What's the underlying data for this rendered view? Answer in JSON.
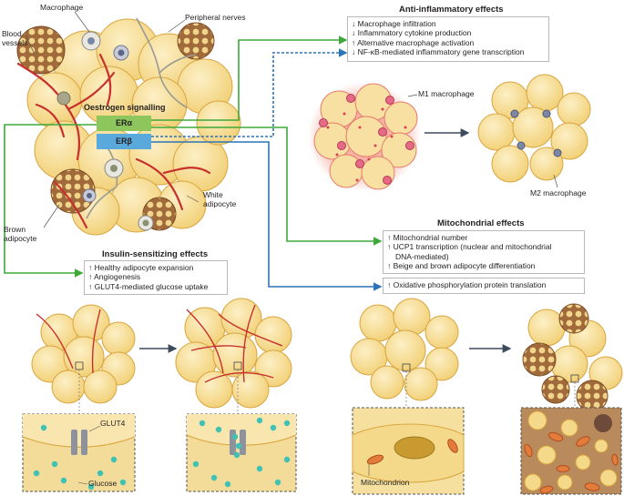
{
  "top_labels": {
    "macrophage": "Macrophage",
    "peripheral_nerves": "Peripheral nerves",
    "blood_vessels": "Blood vessels",
    "oestrogen_signalling": "Oestrogen signalling",
    "er_alpha": "ERα",
    "er_beta": "ERβ",
    "white_adipocyte": "White adipocyte",
    "brown_adipocyte": "Brown adipocyte"
  },
  "anti_inflammatory": {
    "title": "Anti-inflammatory effects",
    "items": [
      "↓ Macrophage infiltration",
      "↓ Inflammatory cytokine production",
      "↑ Alternative macrophage activation",
      "↓ NF-κB-mediated inflammatory gene transcription"
    ],
    "m1_label": "M1 macrophage",
    "m2_label": "M2 macrophage"
  },
  "mitochondrial": {
    "title": "Mitochondrial effects",
    "items": [
      "↑ Mitochondrial number",
      "↑ UCP1 transcription (nuclear and mitochondrial",
      "DNA-mediated)",
      "↑ Beige and brown adipocyte differentiation"
    ],
    "extra_item": "↑ Oxidative phosphorylation protein translation",
    "mitochondrion_label": "Mitochondrion"
  },
  "insulin": {
    "title": "Insulin-sensitizing effects",
    "items": [
      "↑ Healthy adipocyte expansion",
      "↑ Angiogenesis",
      "↑ GLUT4-mediated glucose uptake"
    ],
    "glut4_label": "GLUT4",
    "glucose_label": "Glucose"
  },
  "colors": {
    "er_alpha": "#8cc65d",
    "er_beta": "#5aa9dc",
    "green_line": "#3ea83a",
    "blue_line": "#2c74b7",
    "adipocyte": "#f6d98a",
    "adipocyte_edge": "#d9a640",
    "vessel": "#c8302e",
    "inflamed": "#f39c8e",
    "arrow": "#3b4b5d"
  }
}
